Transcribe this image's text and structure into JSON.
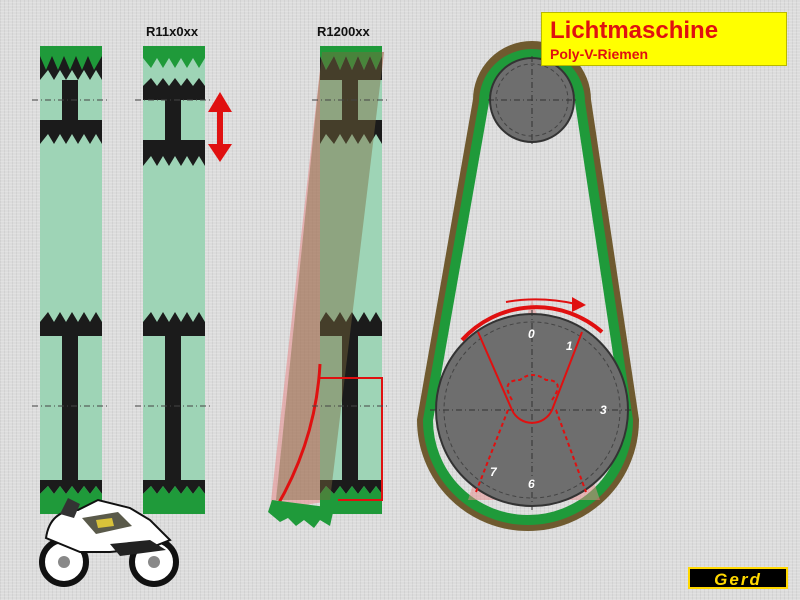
{
  "header": {
    "title": "Lichtmaschine",
    "subtitle": "Poly-V-Riemen"
  },
  "columns": {
    "middle_label": "R11x0xx",
    "right_label": "R1200xx"
  },
  "dial": {
    "numbers": [
      "0",
      "1",
      "3",
      "6",
      "7"
    ]
  },
  "logo": {
    "text": "Gerd"
  },
  "colors": {
    "belt_green": "#1f9a3a",
    "belt_brown": "#6f5a2f",
    "light_green": "#9ed4b6",
    "dark": "#1b1b1b",
    "accent_red": "#e01010",
    "pulley_gray": "#6e6e6e",
    "title_yellow": "#ffff00"
  }
}
